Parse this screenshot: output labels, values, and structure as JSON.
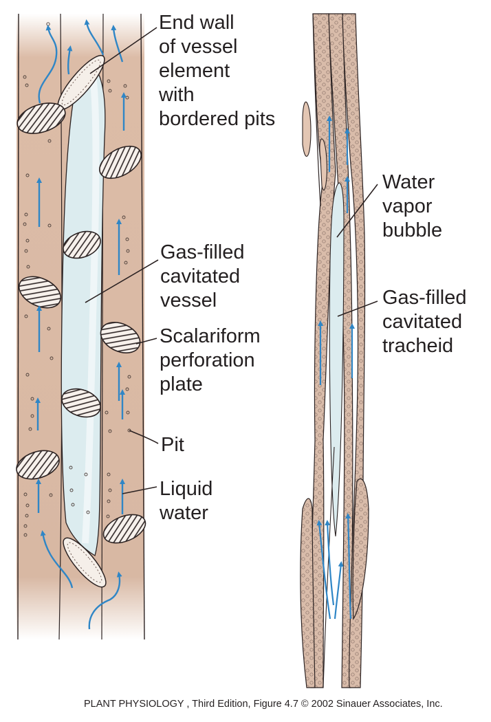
{
  "labels": {
    "end_wall": [
      "End wall",
      "of vessel",
      "element",
      "with",
      "bordered pits"
    ],
    "gas_vessel": [
      "Gas-filled",
      "cavitated",
      "vessel"
    ],
    "scalariform": [
      "Scalariform",
      "perforation",
      "plate"
    ],
    "pit": "Pit",
    "liquid_water": [
      "Liquid",
      "water"
    ],
    "water_vapor": [
      "Water",
      "vapor",
      "bubble"
    ],
    "gas_tracheid": [
      "Gas-filled",
      "cavitated",
      "tracheid"
    ]
  },
  "credit": "PLANT PHYSIOLOGY , Third Edition, Figure 4.7  © 2002 Sinauer Associates, Inc.",
  "colors": {
    "cell_fill": "#d9b8a3",
    "cell_fill_light": "#ecd9cb",
    "gas_fill": "#dcecef",
    "arrow": "#2f86c6",
    "outline": "#2b2222"
  }
}
